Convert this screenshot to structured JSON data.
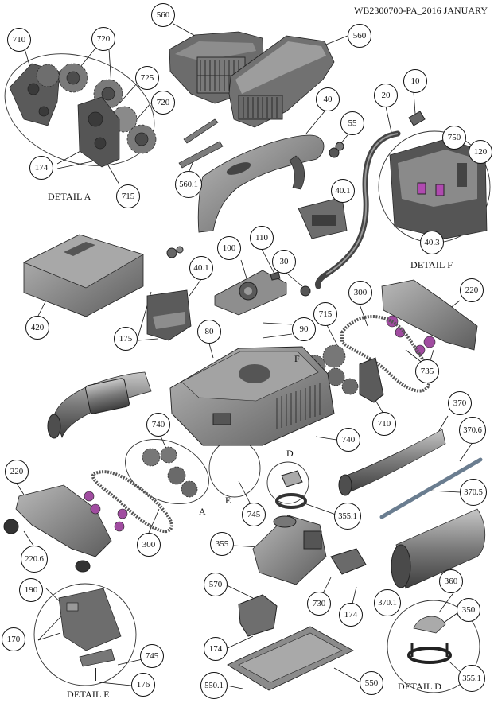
{
  "header": {
    "doc_code": "WB2300700-PA_2016 JANUARY"
  },
  "details": {
    "a": "DETAIL A",
    "d": "DETAIL D",
    "e": "DETAIL E",
    "f": "DETAIL F"
  },
  "detail_letters": {
    "a": "A",
    "d": "D",
    "e": "E",
    "f": "F"
  },
  "callouts": {
    "c560a": "560",
    "c560b": "560",
    "c710a": "710",
    "c720a": "720",
    "c720b": "720",
    "c725": "725",
    "c174a": "174",
    "c715a": "715",
    "c560_1": "560.1",
    "c40": "40",
    "c55": "55",
    "c20": "20",
    "c10": "10",
    "c750": "750",
    "c120": "120",
    "c40_1a": "40.1",
    "c40_3": "40.3",
    "c420": "420",
    "c40_1b": "40.1",
    "c100": "100",
    "c110": "110",
    "c30": "30",
    "c175": "175",
    "c80": "80",
    "c90": "90",
    "c300a": "300",
    "c715b": "715",
    "c220a": "220",
    "c735": "735",
    "c710b": "710",
    "c740a": "740",
    "c740b": "740",
    "c370": "370",
    "c370_6": "370.6",
    "c355_1a": "355.1",
    "c745a": "745",
    "c370_5": "370.5",
    "c220b": "220",
    "c220_6": "220.6",
    "c300b": "300",
    "c355": "355",
    "c370_1": "370.1",
    "c360": "360",
    "c350": "350",
    "c190": "190",
    "c170": "170",
    "c570": "570",
    "c730": "730",
    "c174b": "174",
    "c174c": "174",
    "c355_1b": "355.1",
    "c745b": "745",
    "c176": "176",
    "c550_1": "550.1",
    "c550": "550"
  }
}
